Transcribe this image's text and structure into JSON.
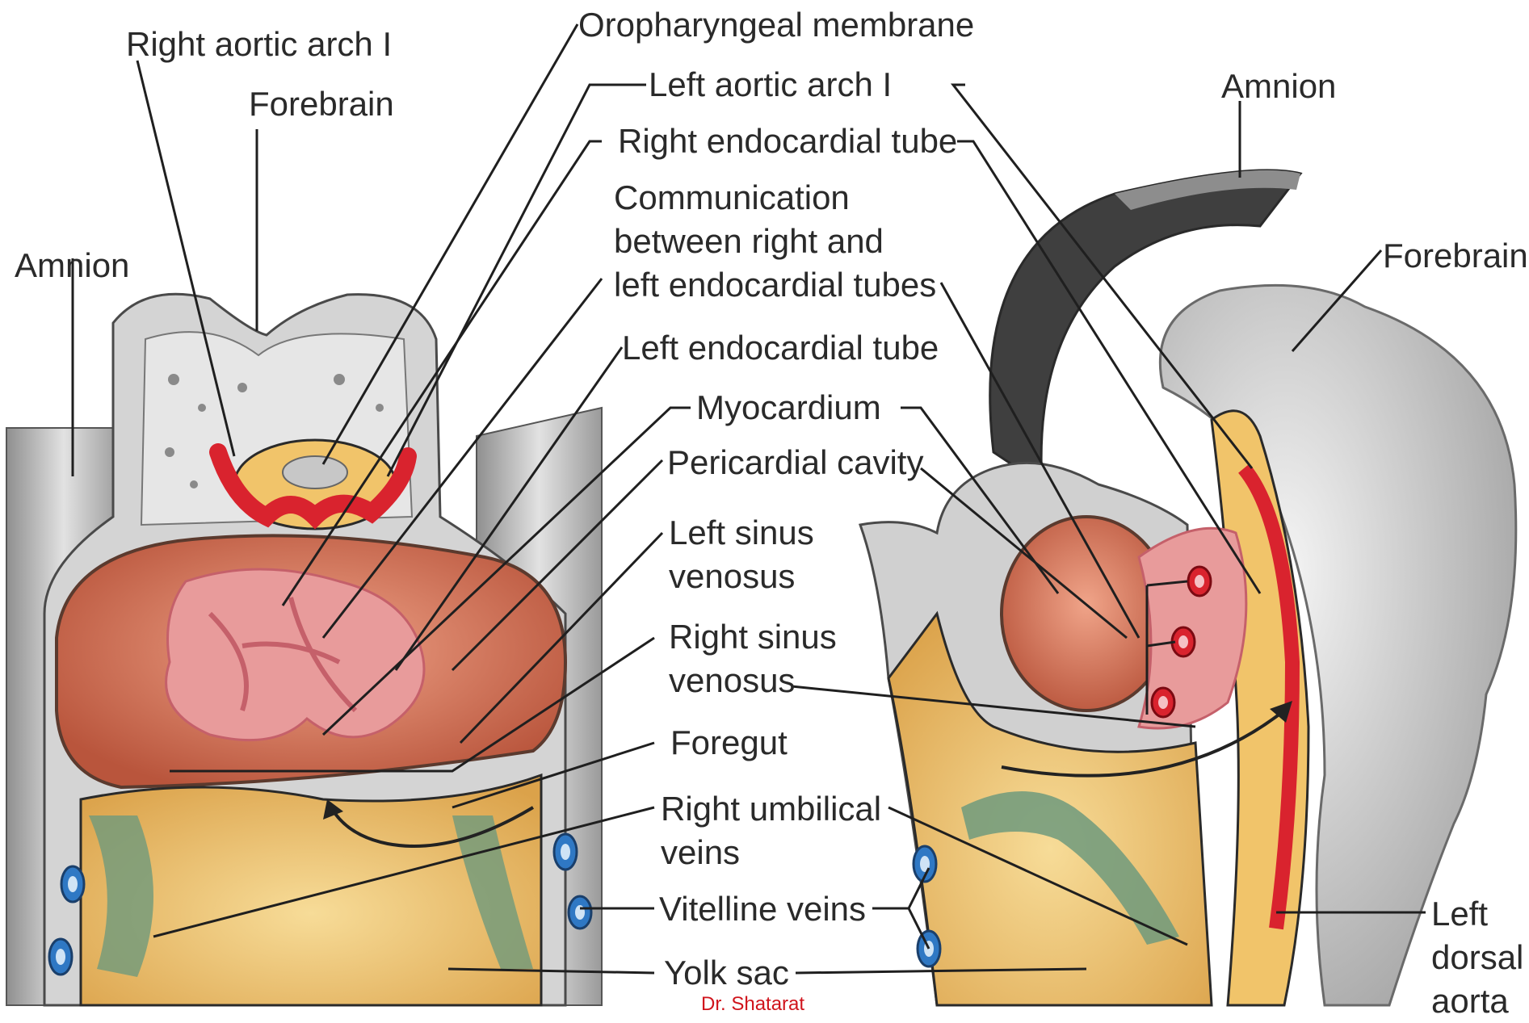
{
  "figure": {
    "labels": {
      "right_aortic_arch": "Right aortic arch I",
      "forebrain_left": "Forebrain",
      "amnion_left": "Amnion",
      "oropharyngeal_membrane": "Oropharyngeal membrane",
      "left_aortic_arch": "Left aortic arch I",
      "right_endocardial_tube": "Right endocardial tube",
      "communication": "Communication\nbetween right and\nleft endocardial tubes",
      "left_endocardial_tube": "Left endocardial tube",
      "myocardium": "Myocardium",
      "pericardial_cavity": "Pericardial cavity",
      "left_sinus_venosus": "Left sinus\nvenosus",
      "right_sinus_venosus": "Right sinus\nvenosus",
      "foregut": "Foregut",
      "right_umbilical_veins": "Right umbilical\nveins",
      "vitelline_veins": "Vitelline veins",
      "yolk_sac": "Yolk sac",
      "amnion_right": "Amnion",
      "forebrain_right": "Forebrain",
      "left_dorsal_aorta": "Left\ndorsal\naorta"
    },
    "credit": "Dr. Shatarat"
  },
  "colors": {
    "outline": "#2a2a2a",
    "credit": "#d0141c",
    "tissue_gray": "#c9c9c9",
    "pericardium": "#c8644a",
    "myocardium_pink": "#e89b9b",
    "vessel_red": "#d9232e",
    "yolk_yellow": "#f1c46a",
    "vein_green": "#6f9a7c",
    "vein_blue": "#2f78c4"
  }
}
